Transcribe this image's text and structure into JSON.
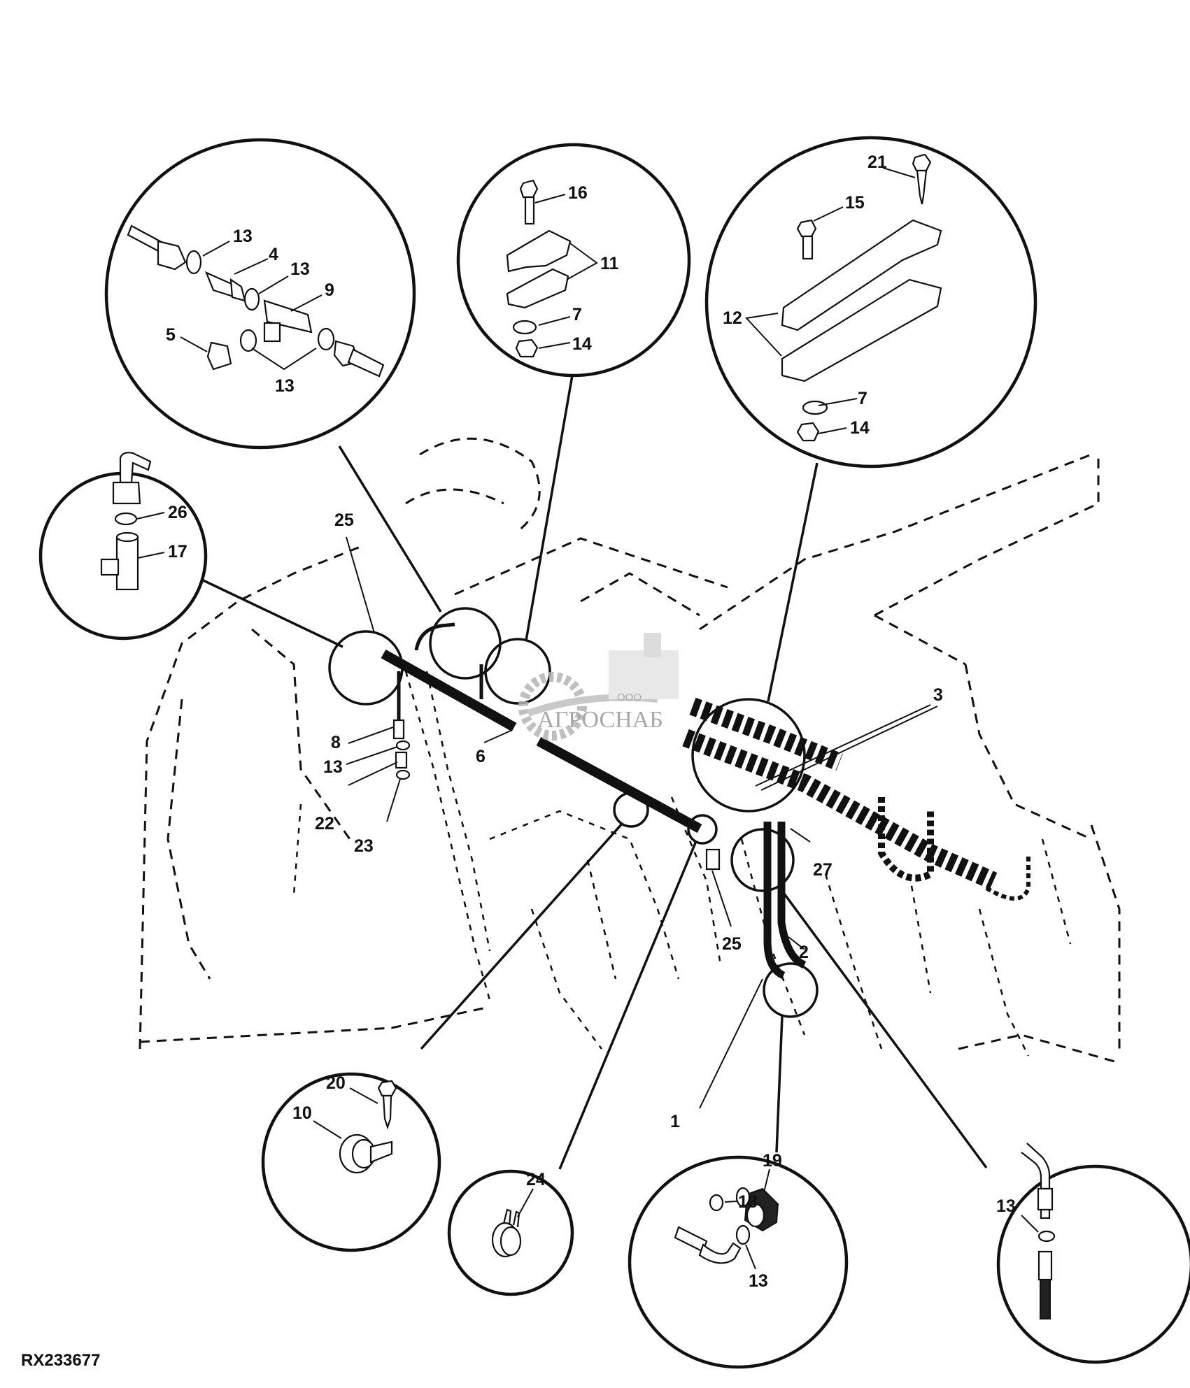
{
  "figure": {
    "id": "RX233677",
    "watermark": {
      "prefix": "ООО",
      "name": "АГРОСНАБ"
    }
  },
  "callouts": {
    "fittings_detail": {
      "labels": [
        "13",
        "4",
        "13",
        "9",
        "5",
        "13"
      ]
    },
    "clamp_small_detail": {
      "labels": [
        "16",
        "11",
        "7",
        "14"
      ]
    },
    "clamp_large_detail": {
      "labels": [
        "21",
        "15",
        "12",
        "7",
        "14"
      ]
    },
    "tee_detail": {
      "labels": [
        "26",
        "17"
      ]
    },
    "clip_detail": {
      "labels": [
        "20",
        "10"
      ]
    },
    "hose_clamp_detail": {
      "labels": [
        "24"
      ]
    },
    "elbow_detail": {
      "labels": [
        "18",
        "19",
        "13"
      ]
    },
    "hose_end_detail": {
      "labels": [
        "13"
      ]
    }
  },
  "main_view": {
    "labels": [
      "25",
      "8",
      "13",
      "22",
      "23",
      "6",
      "3",
      "27",
      "25",
      "2",
      "1"
    ]
  }
}
